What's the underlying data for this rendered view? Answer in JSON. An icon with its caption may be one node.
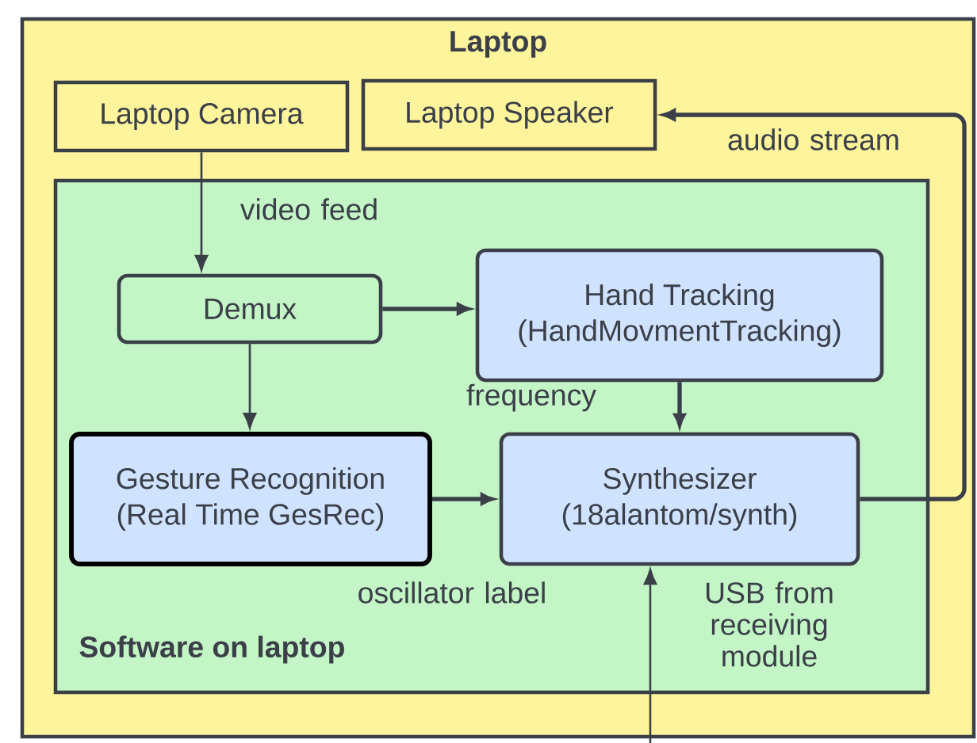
{
  "diagram": {
    "nodes": [
      {
        "text": [
          "Laptop"
        ]
      },
      {
        "text": [
          "Laptop Camera"
        ],
        "in": 0
      },
      {
        "text": [
          "Laptop Speaker"
        ],
        "in": 0
      },
      {
        "text": [
          "Software on laptop"
        ],
        "in": 0
      },
      {
        "text": [
          "Demux"
        ],
        "in": 3
      },
      {
        "text": [
          "Hand Tracking",
          "(HandMovmentTracking)"
        ],
        "in": 3
      },
      {
        "text": [
          "Gesture Recognition",
          "(Real Time GesRec)"
        ],
        "in": 3
      },
      {
        "text": [
          "Synthesizer",
          "(18alantom/synth)"
        ],
        "in": 3
      }
    ],
    "edges": [
      {
        "from": 1,
        "to": 4,
        "arrow": "to",
        "label": "video feed"
      },
      {
        "from": 4,
        "to": 5,
        "arrow": "to"
      },
      {
        "from": 4,
        "to": 6,
        "arrow": "to"
      },
      {
        "from": 5,
        "to": 7,
        "arrow": "to",
        "label": "frequency"
      },
      {
        "from": 6,
        "to": 7,
        "arrow": "to",
        "label": "oscillator label"
      },
      {
        "from": 7,
        "to": 2,
        "arrow": "to",
        "label": "audio stream"
      },
      {
        "from": null,
        "to": 7,
        "arrow": "to",
        "label": "USB from receiving module"
      }
    ]
  }
}
